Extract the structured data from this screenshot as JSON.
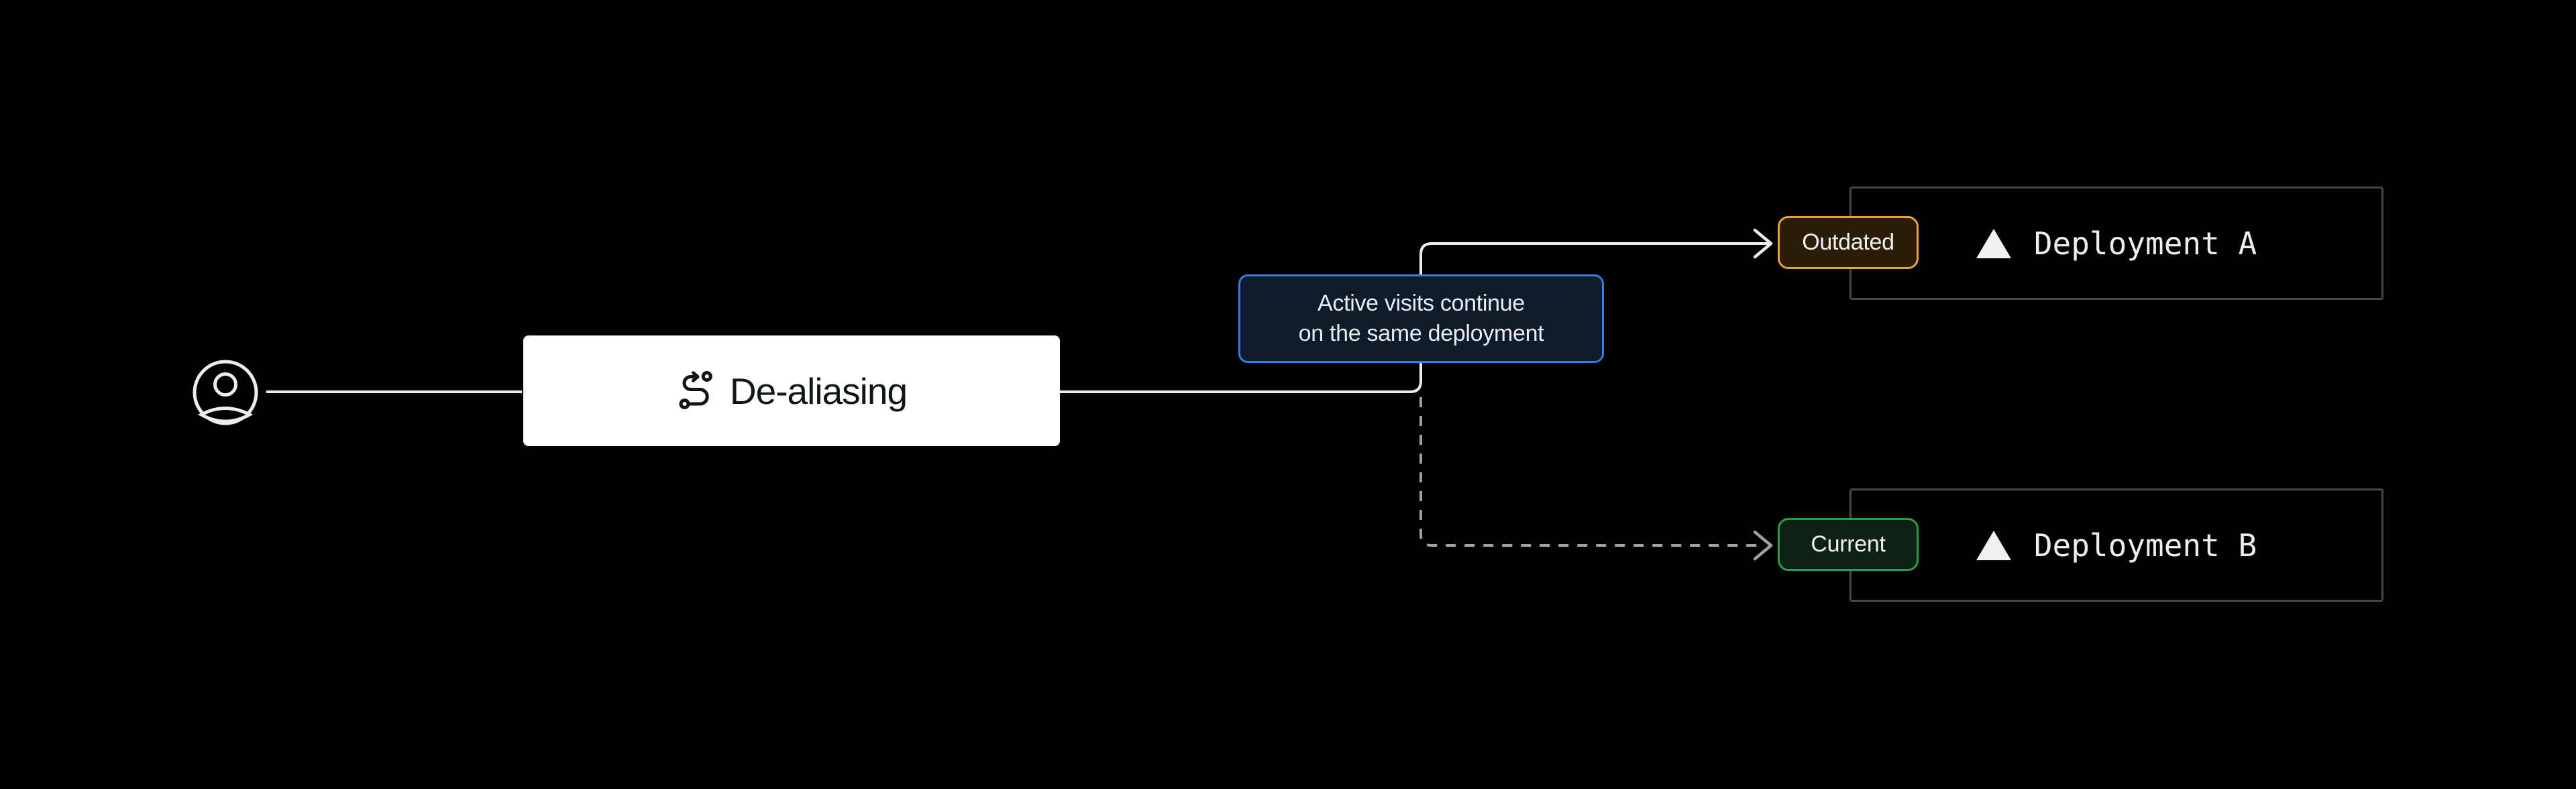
{
  "diagram": {
    "background": "#000000",
    "user_node": {
      "icon": "user-circle-icon"
    },
    "process_node": {
      "label": "De-aliasing",
      "icon": "route-icon",
      "bg_color": "#ffffff",
      "text_color": "#101613"
    },
    "annotation": {
      "line1": "Active visits continue",
      "line2": "on the same deployment",
      "border_color": "#2e7fe6",
      "bg_color": "#0f1b2b"
    },
    "branches": [
      {
        "badge": {
          "label": "Outdated",
          "border_color": "#e9a23b",
          "bg_color": "#2b1e07"
        },
        "node": {
          "label": "Deployment A",
          "icon": "vercel-triangle-icon",
          "border_color": "#474747"
        },
        "edge_style": "solid"
      },
      {
        "badge": {
          "label": "Current",
          "border_color": "#27a148",
          "bg_color": "#0e2114"
        },
        "node": {
          "label": "Deployment B",
          "icon": "vercel-triangle-icon",
          "border_color": "#474747"
        },
        "edge_style": "dashed"
      }
    ],
    "edge_colors": {
      "solid": "#ededed",
      "dashed": "#a0a0a0"
    }
  }
}
